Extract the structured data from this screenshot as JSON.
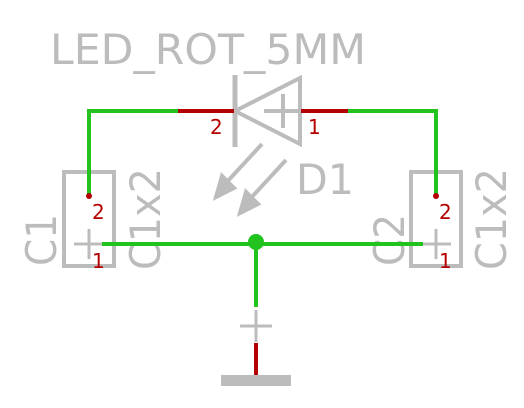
{
  "diode": {
    "value": "LED_ROT_5MM",
    "designator": "D1",
    "pin_left": "2",
    "pin_right": "1"
  },
  "connector_left": {
    "designator": "C1",
    "package": "C1x2",
    "pin_top": "2",
    "pin_bottom": "1"
  },
  "connector_right": {
    "designator": "C2",
    "package": "C1x2",
    "pin_top": "2",
    "pin_bottom": "1"
  },
  "colors": {
    "wire": "#22c21f",
    "pin": "#b40000",
    "symbol": "#bcbcbc",
    "pin_number": "#b40000",
    "background": "#ffffff"
  }
}
